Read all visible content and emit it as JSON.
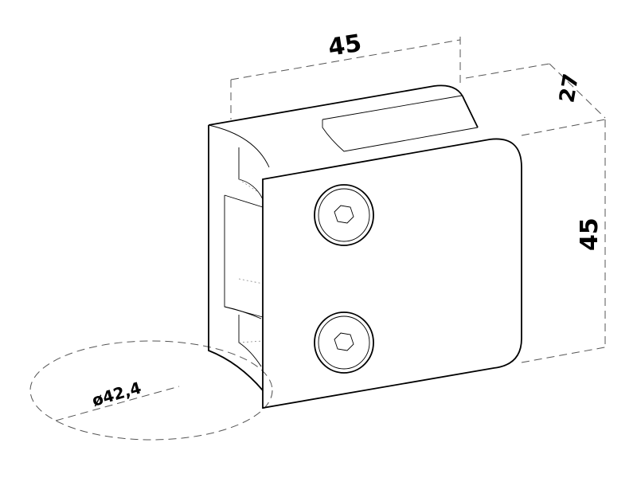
{
  "drawing": {
    "dimension_width": "45",
    "dimension_depth": "27",
    "dimension_height": "45",
    "dimension_tube_diameter": "ø42,4"
  }
}
